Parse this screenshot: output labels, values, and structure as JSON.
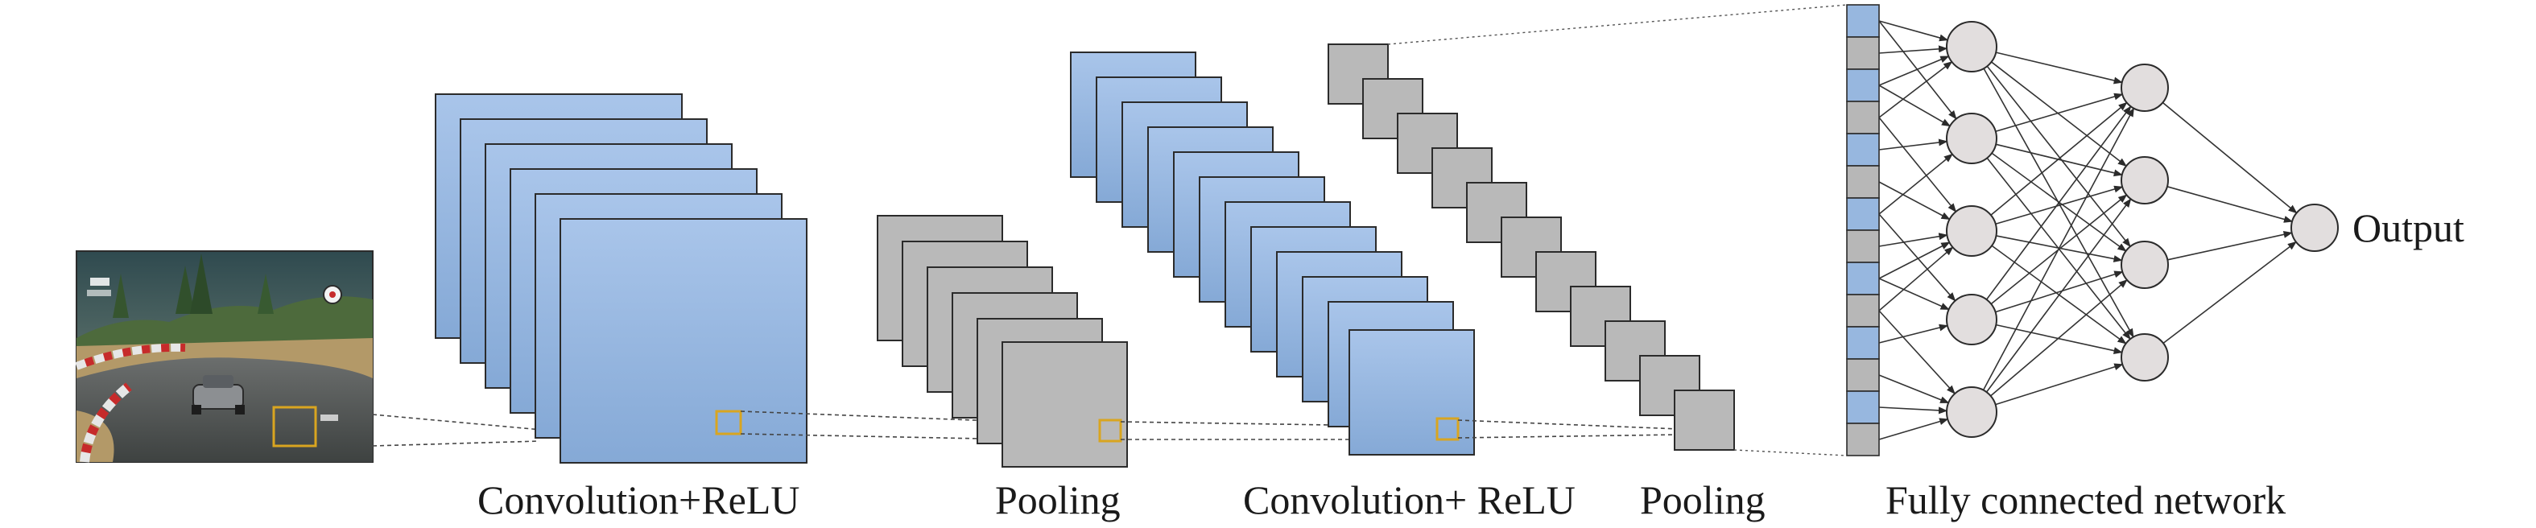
{
  "labels": {
    "conv1": "Convolution+ReLU",
    "pool1": "Pooling",
    "conv2": "Convolution+ ReLU",
    "pool2": "Pooling",
    "fc": "Fully connected network",
    "output": "Output"
  },
  "colors": {
    "conv_fill": "#97b7df",
    "conv_stroke": "#2b2b2b",
    "pool_fill": "#b7b7b7",
    "node_fill": "#e2dede",
    "kernel_box": "#d9a520",
    "line": "#444444"
  },
  "icons": [
    "driving-simulator-image",
    "feature-map-stack",
    "neural-network-node"
  ]
}
